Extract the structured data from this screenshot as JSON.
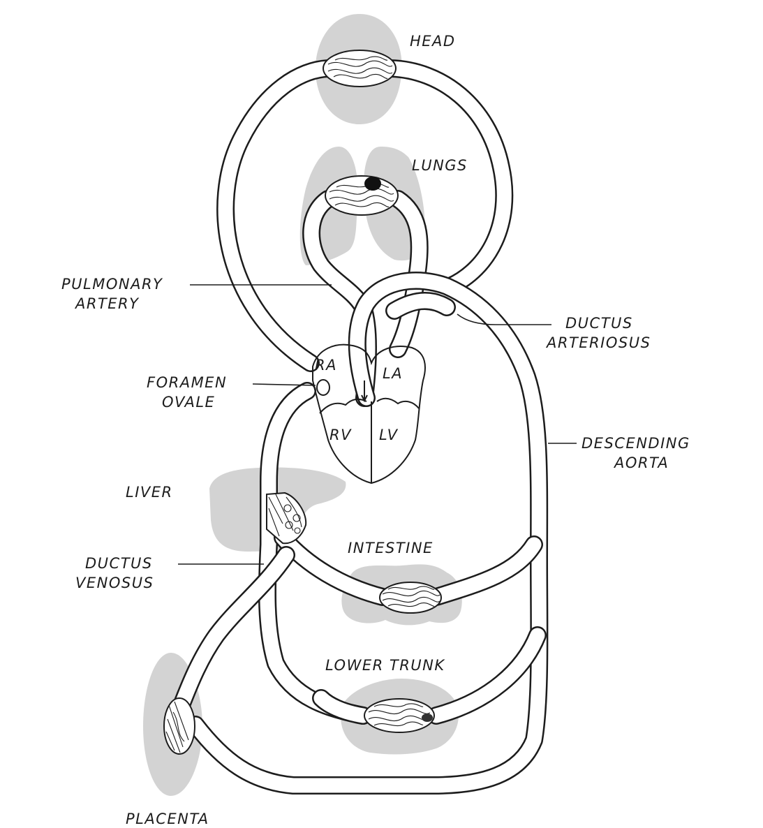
{
  "labels": {
    "head": "HEAD",
    "lungs": "LUNGS",
    "pulmonary_artery": [
      "PULMONARY",
      "ARTERY"
    ],
    "ductus_arteriosus": [
      "DUCTUS",
      "ARTERIOSUS"
    ],
    "foramen_ovale": [
      "FORAMEN",
      "OVALE"
    ],
    "descending_aorta": [
      "DESCENDING",
      "AORTA"
    ],
    "liver": "LIVER",
    "intestine": "INTESTINE",
    "ductus_venosus": [
      "DUCTUS",
      "VENOSUS"
    ],
    "lower_trunk": "LOWER TRUNK",
    "placenta": "PLACENTA"
  },
  "heart_chambers": {
    "ra": "RA",
    "la": "LA",
    "rv": "RV",
    "lv": "LV"
  },
  "colors": {
    "ink": "#1c1c1c",
    "organ_shading": "#d3d3d3",
    "background": "#ffffff"
  }
}
